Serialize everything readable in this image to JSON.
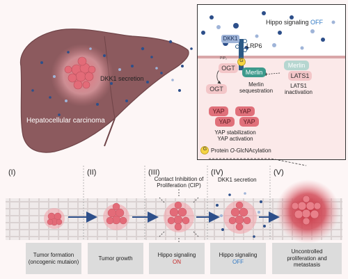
{
  "top_left": {
    "dkk1_secretion": "DKK1 secretion",
    "hcc_label": "Hepatocellular carcinoma"
  },
  "inset": {
    "hippo_prefix": "Hippo signaling ",
    "hippo_state": "OFF",
    "dkk1": "DKK1",
    "lrp6": "LRP6",
    "pip2": "PIP₂",
    "g": "G",
    "ogt": "OGT",
    "merlin": "Merlin",
    "merlin_faded": "Merlin",
    "lats1": "LATS1",
    "ogt_free": "OGT",
    "merlin_seq_l1": "Merlin",
    "merlin_seq_l2": "sequestration",
    "lats1_inact_l1": "LATS1",
    "lats1_inact_l2": "inactivation",
    "yap": [
      "YAP",
      "YAP",
      "YAP",
      "YAP"
    ],
    "yap_l1": "YAP stabilization",
    "yap_l2": "YAP activation",
    "legend_g": "G",
    "legend_text_prefix": "Protein ",
    "legend_text_italic": "O",
    "legend_text_suffix": "-GlcNAcylation"
  },
  "stages": [
    {
      "num": "(I)",
      "caption_l1": "Tumor formation",
      "caption_l2": "(oncogenic mutaion)"
    },
    {
      "num": "(II)",
      "caption_l1": "Tumor growth",
      "caption_l2": ""
    },
    {
      "num": "(III)",
      "caption_l1": "Hippo signaling",
      "caption_l2": "ON"
    },
    {
      "num": "(IV)",
      "caption_l1": "Hippo signaling",
      "caption_l2": "OFF"
    },
    {
      "num": "(V)",
      "caption_l1": "Uncontrolled",
      "caption_l2": "proliferation and",
      "caption_l3": "metastasis"
    }
  ],
  "cip_l1": "Contact Inhibition of",
  "cip_l2": "Proliferation (CIP)",
  "stage4_label": "DKK1 secretion",
  "colors": {
    "hippo_on": "#c62828",
    "hippo_off": "#2f78c4",
    "merlin": "#3d9a8c",
    "yap": "#e0707a",
    "ogt": "#f3c6c8"
  }
}
